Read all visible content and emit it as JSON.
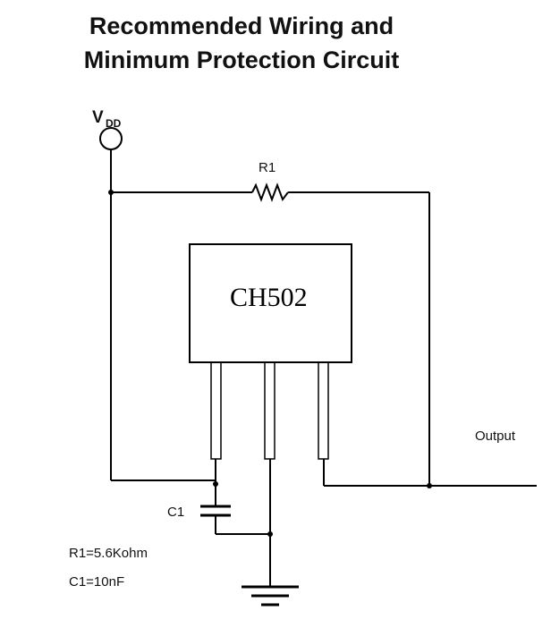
{
  "title": {
    "line1": "Recommended Wiring and",
    "line2": "Minimum Protection Circuit"
  },
  "supply": {
    "label": "V",
    "subscript": "DD"
  },
  "resistor": {
    "label": "R1",
    "value_text": "R1=5.6Kohm"
  },
  "capacitor": {
    "label": "C1",
    "value_text": "C1=10nF"
  },
  "chip": {
    "label": "CH502"
  },
  "output": {
    "label": "Output"
  }
}
